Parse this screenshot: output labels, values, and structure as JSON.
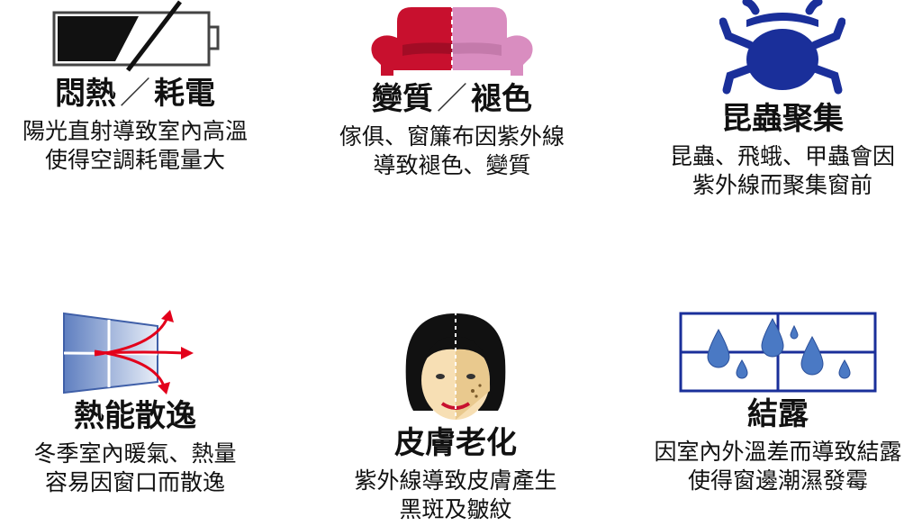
{
  "cards": [
    {
      "title_a": "悶熱",
      "title_b": "耗電",
      "sep": "／",
      "line1": "陽光直射導致室內高溫",
      "line2": "使得空調耗電量大",
      "icon": "battery-low-icon"
    },
    {
      "title_a": "變質",
      "title_b": "褪色",
      "sep": "／",
      "line1": "傢俱、窗簾布因紫外線",
      "line2": "導致褪色、變質",
      "icon": "sofa-icon"
    },
    {
      "title": "昆蟲聚集",
      "line1": "昆蟲、飛蛾、甲蟲會因",
      "line2": "紫外線而聚集窗前",
      "icon": "beetle-icon"
    },
    {
      "title": "熱能散逸",
      "line1": "冬季室內暖氣、熱量",
      "line2": "容易因窗口而散逸",
      "icon": "window-heat-escape-icon"
    },
    {
      "title": "皮膚老化",
      "line1": "紫外線導致皮膚產生",
      "line2": "黑斑及皺紋",
      "icon": "face-aging-icon"
    },
    {
      "title": "結露",
      "line1": "因室內外溫差而導致結露",
      "line2": "使得窗邊潮濕發霉",
      "icon": "window-condensation-icon"
    }
  ],
  "colors": {
    "crimson": "#c8102e",
    "pink": "#d98dc0",
    "navy": "#1a2f9a",
    "red_arrow": "#e3001b",
    "window_blue": "#6b86c6",
    "drop_blue": "#4a79c4"
  }
}
